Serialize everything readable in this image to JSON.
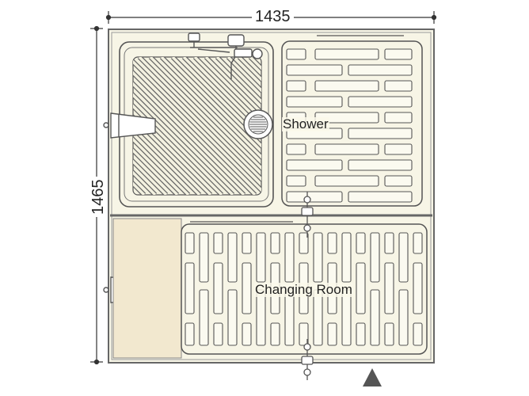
{
  "dimensions": {
    "width_label": "1435",
    "height_label": "1465"
  },
  "rooms": {
    "shower_label": "Shower",
    "changing_label": "Changing Room"
  },
  "colors": {
    "floor_fill": "#f7f5e6",
    "bench_fill": "#f2e8cf",
    "line": "#555555",
    "frame": "#666666"
  }
}
